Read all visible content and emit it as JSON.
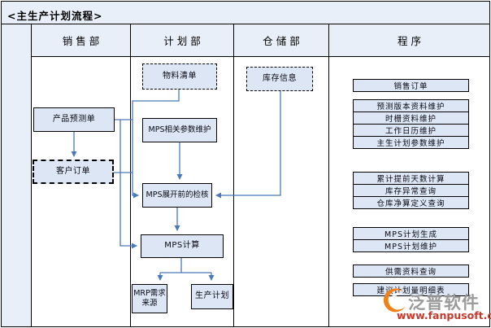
{
  "title": "<主生产计划流程>",
  "lanes": {
    "sales": {
      "header": "销售部"
    },
    "planning": {
      "header": "计划部"
    },
    "warehouse": {
      "header": "仓储部"
    },
    "program": {
      "header": "程序"
    }
  },
  "nodes": {
    "product_forecast": "产品预测单",
    "customer_order": "客户订单",
    "bom": "物料清单",
    "mps_params": "MPS相关参数维护",
    "mps_precheck": "MPS展开前的检核",
    "mps_calc": "MPS计算",
    "mrp_source": "MRP需求来源",
    "prod_plan": "生产计划",
    "inventory_info": "库存信息"
  },
  "programs": [
    "销售订单",
    "预测版本资料维护",
    "时栅资料维护",
    "工作日历维护",
    "主生计划参数维护",
    "累计提前天数计算",
    "库存异常查询",
    "仓库净算定义查询",
    "MPS计划生成",
    "MPS计划维护",
    "供需资料查询",
    "建议计划量明细表"
  ],
  "watermark": {
    "brand": "泛普软件",
    "url": "www.fanpusoft.com"
  },
  "colors": {
    "background": "#e9eff9",
    "lane_body": "#ffffff",
    "node_fill": "#dce6f4",
    "border": "#000000",
    "connector": "#4a79b8",
    "watermark_brand": "#9a9a9a",
    "watermark_url": "#c43b2e",
    "watermark_logo": "#f08018"
  }
}
